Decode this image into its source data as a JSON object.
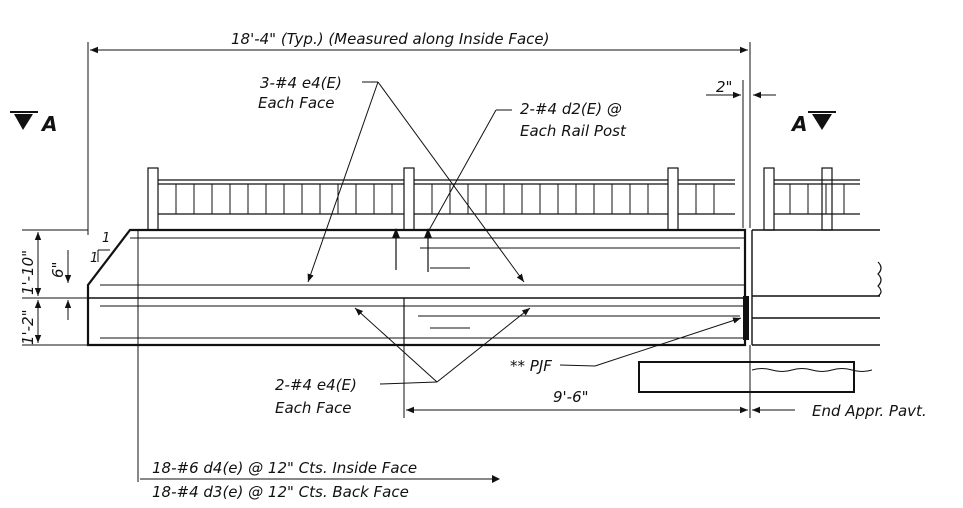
{
  "dimensions": {
    "overall": "18'-4\" (Typ.) (Measured along Inside Face)",
    "gap": "2\"",
    "length_9_6": "9'-6\"",
    "height_1_10": "1'-10\"",
    "height_1_2": "1'-2\"",
    "height_6": "6\"",
    "slope_1": "1",
    "slope_1b": "1"
  },
  "section_markers": {
    "left": "A",
    "right": "A"
  },
  "callouts": {
    "e4_top_line1": "3-#4 e4(E)",
    "e4_top_line2": "Each Face",
    "d2_line1": "2-#4 d2(E) @",
    "d2_line2": "Each Rail Post",
    "e4_bot_line1": "2-#4 e4(E)",
    "e4_bot_line2": "Each Face",
    "pjf": "** PJF",
    "end_appr": "End Appr. Pavt."
  },
  "notes": {
    "d4": "18-#6 d4(e) @ 12\" Cts. Inside Face",
    "d3": "18-#4 d3(e) @ 12\" Cts. Back Face"
  }
}
